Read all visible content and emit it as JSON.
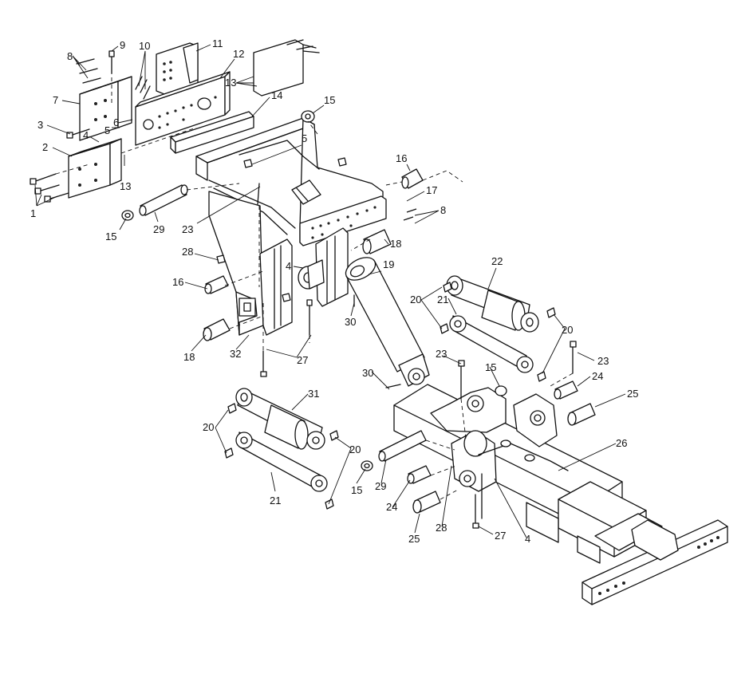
{
  "callouts": [
    {
      "id": "c1",
      "text": "1"
    },
    {
      "id": "c2",
      "text": "2"
    },
    {
      "id": "c3",
      "text": "3"
    },
    {
      "id": "c4a",
      "text": "4"
    },
    {
      "id": "c4b",
      "text": "4"
    },
    {
      "id": "c4c",
      "text": "4"
    },
    {
      "id": "c5a",
      "text": "5"
    },
    {
      "id": "c5b",
      "text": "5"
    },
    {
      "id": "c6",
      "text": "6"
    },
    {
      "id": "c7",
      "text": "7"
    },
    {
      "id": "c8a",
      "text": "8"
    },
    {
      "id": "c8b",
      "text": "8"
    },
    {
      "id": "c9",
      "text": "9"
    },
    {
      "id": "c10",
      "text": "10"
    },
    {
      "id": "c11",
      "text": "11"
    },
    {
      "id": "c12",
      "text": "12"
    },
    {
      "id": "c13a",
      "text": "13"
    },
    {
      "id": "c13b",
      "text": "13"
    },
    {
      "id": "c14",
      "text": "14"
    },
    {
      "id": "c15a",
      "text": "15"
    },
    {
      "id": "c15b",
      "text": "15"
    },
    {
      "id": "c15c",
      "text": "15"
    },
    {
      "id": "c15d",
      "text": "15"
    },
    {
      "id": "c16a",
      "text": "16"
    },
    {
      "id": "c16b",
      "text": "16"
    },
    {
      "id": "c17",
      "text": "17"
    },
    {
      "id": "c18a",
      "text": "18"
    },
    {
      "id": "c18b",
      "text": "18"
    },
    {
      "id": "c19",
      "text": "19"
    },
    {
      "id": "c20a",
      "text": "20"
    },
    {
      "id": "c20b",
      "text": "20"
    },
    {
      "id": "c20c",
      "text": "20"
    },
    {
      "id": "c20d",
      "text": "20"
    },
    {
      "id": "c21a",
      "text": "21"
    },
    {
      "id": "c21b",
      "text": "21"
    },
    {
      "id": "c22",
      "text": "22"
    },
    {
      "id": "c23a",
      "text": "23"
    },
    {
      "id": "c23b",
      "text": "23"
    },
    {
      "id": "c23c",
      "text": "23"
    },
    {
      "id": "c24a",
      "text": "24"
    },
    {
      "id": "c24b",
      "text": "24"
    },
    {
      "id": "c25a",
      "text": "25"
    },
    {
      "id": "c25b",
      "text": "25"
    },
    {
      "id": "c26",
      "text": "26"
    },
    {
      "id": "c27a",
      "text": "27"
    },
    {
      "id": "c27b",
      "text": "27"
    },
    {
      "id": "c28a",
      "text": "28"
    },
    {
      "id": "c28b",
      "text": "28"
    },
    {
      "id": "c29a",
      "text": "29"
    },
    {
      "id": "c29b",
      "text": "29"
    },
    {
      "id": "c30a",
      "text": "30"
    },
    {
      "id": "c30b",
      "text": "30"
    },
    {
      "id": "c31",
      "text": "31"
    },
    {
      "id": "c32",
      "text": "32"
    }
  ]
}
